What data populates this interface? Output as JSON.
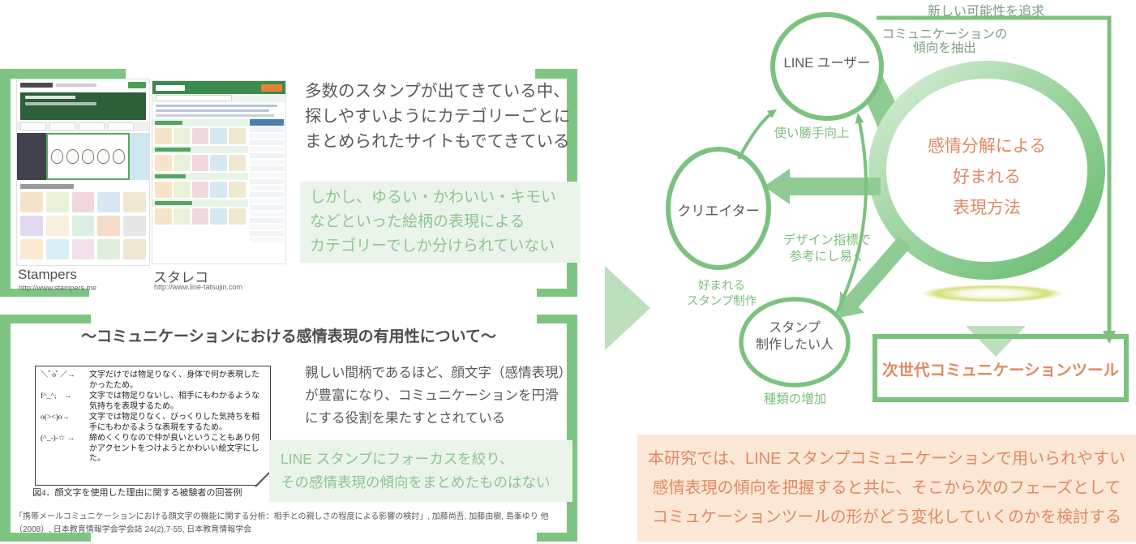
{
  "colors": {
    "frame_green": "#7EC581",
    "pale_green": "#BCDFBC",
    "light_green_bg": "#EAF4EB",
    "green_text": "#8FC591",
    "gray_text": "#595959",
    "orange_text": "#DF8A63",
    "peach_bg": "#FBE7D5"
  },
  "left": {
    "top_box": {
      "sites": [
        {
          "name": "Stampers",
          "url": "http://www.stampers.me"
        },
        {
          "name": "スタレコ",
          "url": "http://www.line-tatsujin.com"
        }
      ],
      "lead_text": [
        "多数のスタンプが出てきている中、",
        "探しやすいようにカテゴリーごとに",
        "まとめられたサイトもでてきている"
      ],
      "highlight_text": [
        "しかし、ゆるい・かわいい・キモい",
        "などといった絵柄の表現による",
        "カテゴリーでしか分けられていない"
      ]
    },
    "bottom_box": {
      "title": "〜コミュニケーションにおける感情表現の有用性について〜",
      "figure": {
        "rows": [
          {
            "emoticon": "＼ﾟoﾟ／→",
            "text": "文字だけでは物足りなく、身体で何か表現したかったため。"
          },
          {
            "emoticon": "f^_^;　→",
            "text": "文字では物足りないし、相手にもわかるような気持ちを表現するため。"
          },
          {
            "emoticon": "o(><)o→",
            "text": "文字では物足りなく、びっくりした気持ちを相手にもわかるような表現をするため。"
          },
          {
            "emoticon": "(^_-)-☆ →",
            "text": "締めくくりなので仲が良いということもあり何かアクセントをつけようとかわいい絵文字にした。"
          }
        ],
        "caption": "図4．顔文字を使用した理由に関する被験者の回答例"
      },
      "lead_text": [
        "親しい間柄であるほど、顔文字（感情表現）",
        "が豊富になり、コミュニケーションを円滑",
        "にする役割を果たすとされている"
      ],
      "highlight_text": [
        "LINE スタンプにフォーカスを絞り、",
        "その感情表現の傾向をまとめたものはない"
      ],
      "citation": [
        "「携帯メールコミュニケーションにおける顔文字の機能に関する分析：相手との親しさの程度による影響の検討」, 加藤尚吾, 加藤由樹, 島峯ゆり 他",
        "（2008）, 日本教育情報学会学会誌 24(2),7-55, 日本教育情報学会"
      ]
    }
  },
  "diagram": {
    "top_route_label": "新しい可能性を追求",
    "labels": {
      "extract": [
        "コミュニケーションの",
        "傾向を抽出"
      ],
      "usability": "使い勝手向上",
      "design_hint": [
        "デザイン指標で",
        "参考にし易く"
      ],
      "preferred_production": [
        "好まれる",
        "スタンプ制作"
      ],
      "variety_increase": "種類の増加"
    },
    "nodes": {
      "line_user": "LINE ユーザー",
      "creator": "クリエイター",
      "stamp_maker": [
        "スタンプ",
        "制作したい人"
      ]
    },
    "center_circle": [
      "感情分解による",
      "好まれる",
      "表現方法"
    ],
    "next_gen_box": "次世代コミュニケーションツール",
    "summary": [
      "本研究では、LINE スタンプコミュニケーションで用いられやすい",
      "感情表現の傾向を把握すると共に、そこから次のフェーズとして",
      "コミュケーションツールの形がどう変化していくのかを検討する"
    ]
  },
  "thumbnails": {
    "palette": [
      "#f6e3c8",
      "#e8f2d8",
      "#f2d8dc",
      "#d8e8f2",
      "#efe9d2",
      "#e2d8f0",
      "#f7f0dc",
      "#dcefe4",
      "#f4dcc8",
      "#e6e6e6",
      "#fbe8d0",
      "#d9eef7",
      "#f3e0ea",
      "#e0efdc",
      "#f0e6d4"
    ],
    "sidebar_palette": [
      "#eef3f8",
      "#f8f8f8"
    ]
  }
}
